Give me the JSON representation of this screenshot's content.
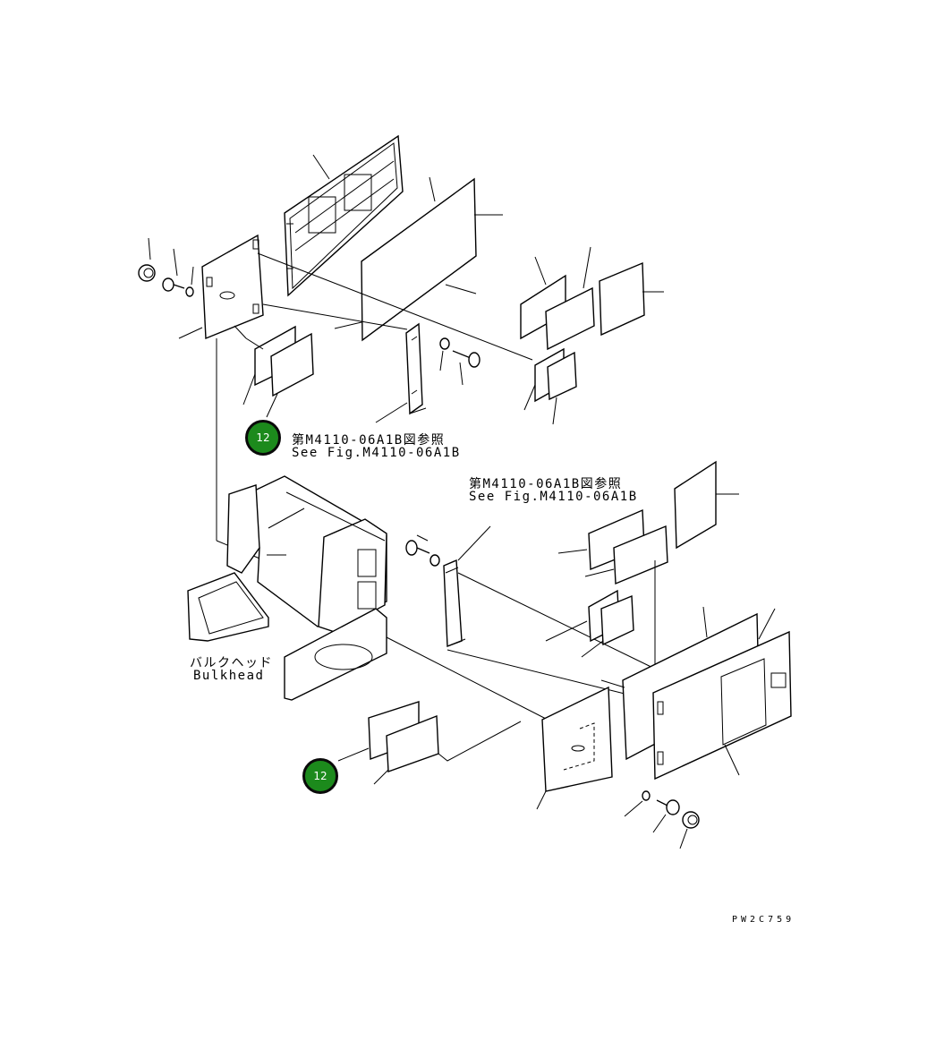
{
  "callouts": [
    {
      "badge": "12",
      "ref_ja": "第M4110-06A1B図参照",
      "ref_en": "See Fig.M4110-06A1B"
    },
    {
      "badge": "12"
    }
  ],
  "mid_reference": {
    "ref_ja": "第M4110-06A1B図参照",
    "ref_en": "See Fig.M4110-06A1B"
  },
  "bulkhead": {
    "label_ja": "バルクヘッド",
    "label_en": "Bulkhead"
  },
  "drawing_code": "PW2C759",
  "colors": {
    "badge_fill": "#1c8a1c",
    "line": "#000000"
  }
}
